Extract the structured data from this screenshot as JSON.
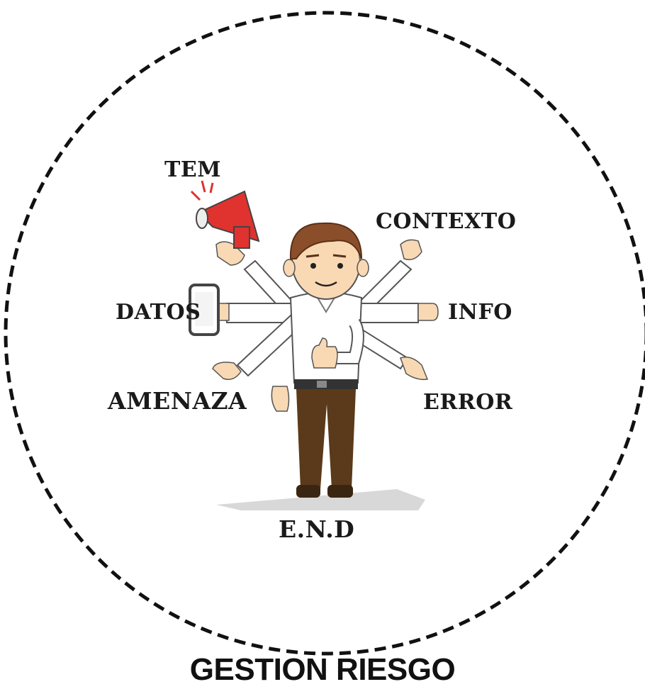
{
  "labels": {
    "tem": "TEM",
    "contexto": "CONTEXTO",
    "datos": "DATOS",
    "info": "INFO",
    "amenaza": "AMENAZA",
    "error": "ERROR",
    "end": "E.N.D"
  },
  "caption": "GESTION RIESGO",
  "colors": {
    "border": "#111111",
    "skin": "#f8d9b4",
    "hair": "#8a4f2a",
    "shirt": "#ffffff",
    "pants": "#5a3a1a",
    "megaphone": "#e0322e",
    "phone": "#444444"
  },
  "icons": [
    "megaphone-icon",
    "phone-icon",
    "thumbs-up-icon"
  ]
}
